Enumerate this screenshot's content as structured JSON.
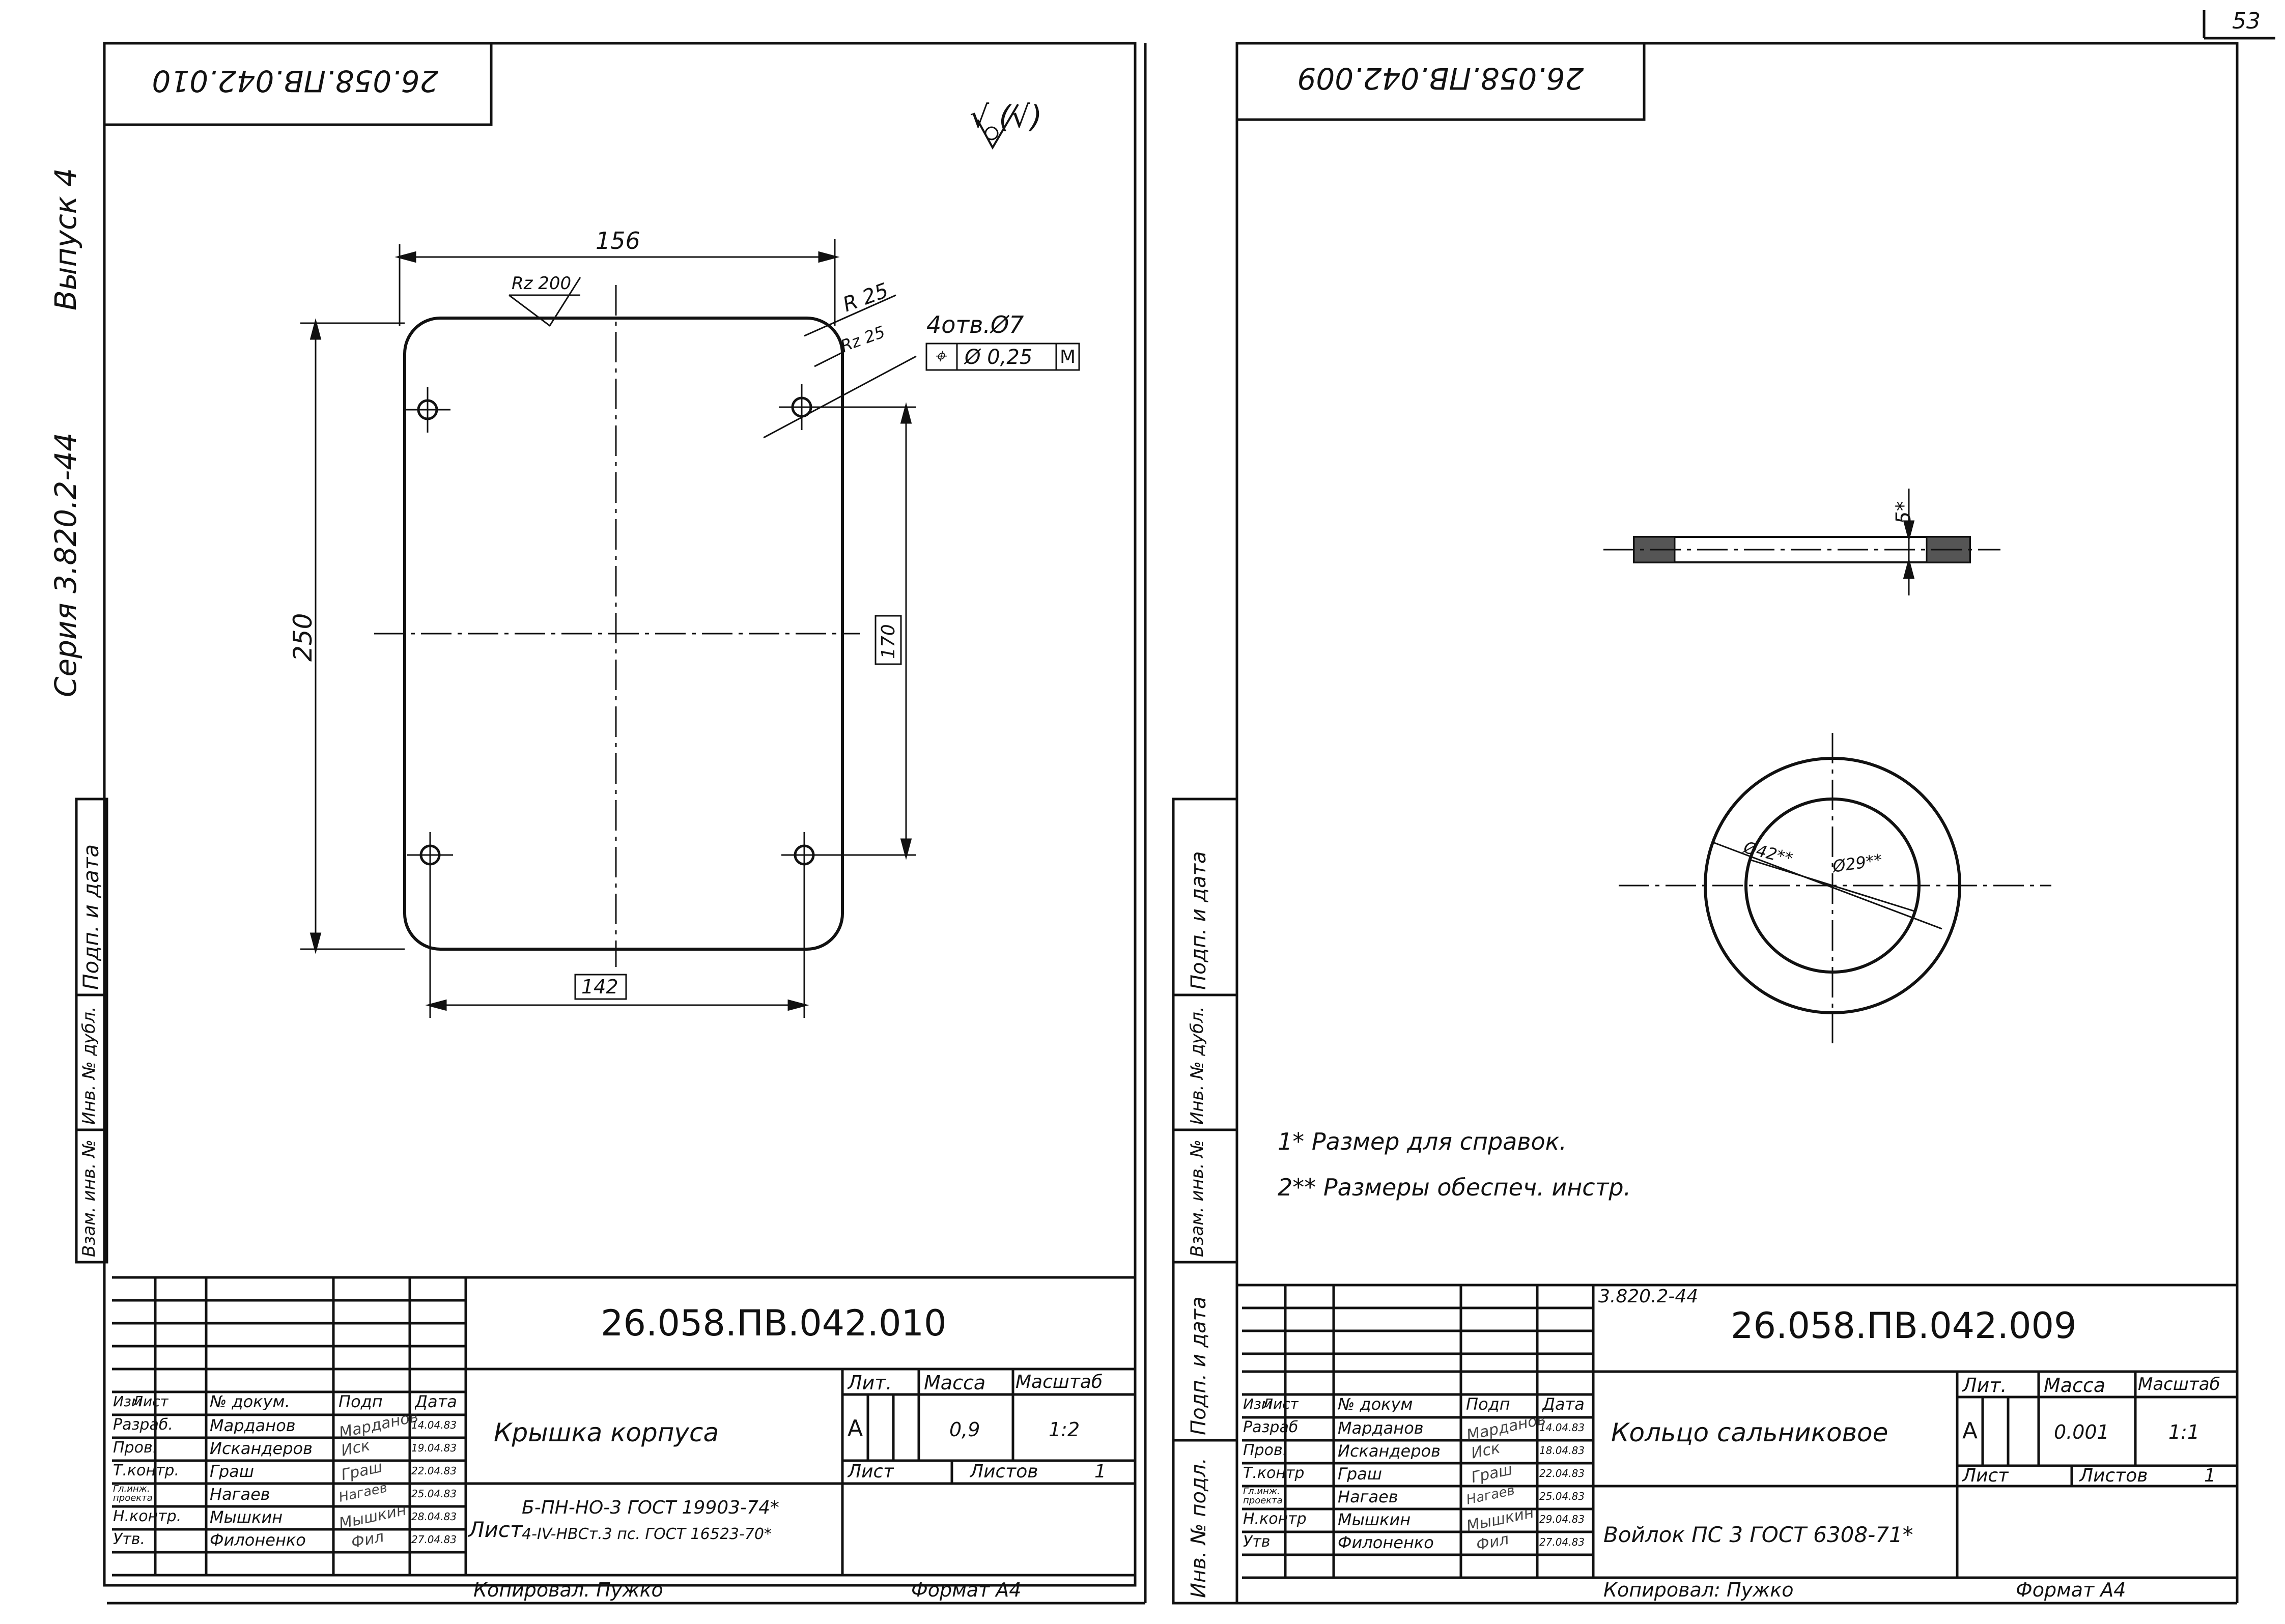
{
  "page_number": "53",
  "left_sheet": {
    "header_code": "26.058.ПВ.042.010",
    "roughness_mark": "√ (√)",
    "dimensions": {
      "width_156": "156",
      "rz200": "Rz 200",
      "r25": "R 25",
      "rz25": "Rz 25",
      "holes": "4отв.Ø7",
      "tolerance": "Ø 0,25",
      "tolerance_symbol": "⌖",
      "tolerance_m": "M",
      "height_250": "250",
      "height_170": "170",
      "width_142": "142"
    },
    "title_block": {
      "code": "26.058.ПВ.042.010",
      "name": "Крышка корпуса",
      "headers": {
        "izm": "Изм",
        "list": "Лист",
        "doc": "№ докум.",
        "sign": "Подп",
        "date": "Дата"
      },
      "roles": [
        {
          "role": "Разраб.",
          "name": "Марданов",
          "date": "14.04.83",
          "sign": "Марданов"
        },
        {
          "role": "Пров.",
          "name": "Искандеров",
          "date": "19.04.83",
          "sign": "Иск"
        },
        {
          "role": "Т.контр.",
          "name": "Граш",
          "date": "22.04.83",
          "sign": "Граш"
        },
        {
          "role": "Гл.инж. проекта",
          "name": "Нагаев",
          "date": "25.04.83",
          "sign": "Нагаев"
        },
        {
          "role": "Н.контр.",
          "name": "Мышкин",
          "date": "28.04.83",
          "sign": "Мышкин"
        },
        {
          "role": "Утв.",
          "name": "Филоненко",
          "date": "27.04.83",
          "sign": "Фил"
        }
      ],
      "lit_label": "Лит.",
      "mass_label": "Масса",
      "scale_label": "Масштаб",
      "lit_value": "А",
      "mass_value": "0,9",
      "scale_value": "1:2",
      "sheet_label": "Лист",
      "sheets_label": "Листов",
      "sheets_value": "1",
      "material_prefix": "Лист",
      "material_line1": "Б-ПН-НО-3 ГОСТ 19903-74*",
      "material_line2": "4-IV-НВСт.3 пс. ГОСТ 16523-70*",
      "copied": "Копировал. Пужко",
      "format": "Формат А4"
    }
  },
  "right_sheet": {
    "header_code": "26.058.ПВ.042.009",
    "dimensions": {
      "thickness": "5*",
      "outer_diameter": "Ø42**",
      "inner_diameter": "Ø29**"
    },
    "notes": [
      "1* Размер для справок.",
      "2** Размеры обеспеч. инстр."
    ],
    "title_block": {
      "series": "3.820.2-44",
      "code": "26.058.ПВ.042.009",
      "name": "Кольцо сальниковое",
      "headers": {
        "izm": "Изм",
        "list": "Лист",
        "doc": "№ докум",
        "sign": "Подп",
        "date": "Дата"
      },
      "roles": [
        {
          "role": "Разраб",
          "name": "Марданов",
          "date": "14.04.83",
          "sign": "Марданов"
        },
        {
          "role": "Пров.",
          "name": "Искандеров",
          "date": "18.04.83",
          "sign": "Иск"
        },
        {
          "role": "Т.контр",
          "name": "Граш",
          "date": "22.04.83",
          "sign": "Граш"
        },
        {
          "role": "Гл.инж. проекта",
          "name": "Нагаев",
          "date": "25.04.83",
          "sign": "Нагаев"
        },
        {
          "role": "Н.контр",
          "name": "Мышкин",
          "date": "29.04.83",
          "sign": "Мышкин"
        },
        {
          "role": "Утв",
          "name": "Филоненко",
          "date": "27.04.83",
          "sign": "Фил"
        }
      ],
      "lit_label": "Лит.",
      "mass_label": "Масса",
      "scale_label": "Масштаб",
      "lit_value": "А",
      "mass_value": "0.001",
      "scale_value": "1:1",
      "sheet_label": "Лист",
      "sheets_label": "Листов",
      "sheets_value": "1",
      "material": "Войлок ПС 3 ГОСТ 6308-71*",
      "copied": "Копировал: Пужко",
      "format": "Формат А4"
    }
  },
  "margin_left": {
    "issue": "Выпуск 4",
    "series": "Серия 3.820.2-44",
    "stamp_labels": [
      "Подп. и дата",
      "Инв. № дубл.",
      "Взам. инв. №"
    ]
  },
  "margin_middle": {
    "stamp_labels": [
      "Подп. и дата",
      "Инв. № дубл.",
      "Взам. инв. №",
      "Подп. и дата",
      "Инв. № подл."
    ]
  }
}
